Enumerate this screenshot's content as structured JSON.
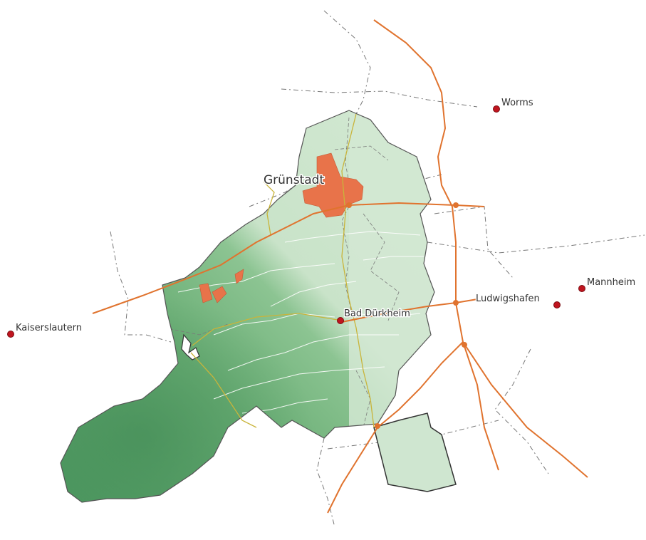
{
  "map": {
    "colors": {
      "background": "#ffffff",
      "terrain_dark": "#4f9a62",
      "terrain_mid": "#7fbc86",
      "terrain_light": "#c9e3c9",
      "plain": "#cfe6d0",
      "urban": "#e8734a",
      "motorway": "#e0732e",
      "railway": "#c9b43a",
      "border": "#555555",
      "district_line": "#8a8a8a",
      "river": "#ffffff",
      "city_dot": "#c0151f"
    },
    "cities": [
      {
        "id": "worms",
        "label": "Worms",
        "icon": "city-dot-icon"
      },
      {
        "id": "mannheim",
        "label": "Mannheim",
        "icon": "city-dot-icon"
      },
      {
        "id": "ludwigshafen",
        "label": "Ludwigshafen",
        "icon": "city-dot-icon"
      },
      {
        "id": "kaiserslautern",
        "label": "Kaiserslautern",
        "icon": "city-dot-icon"
      },
      {
        "id": "bad-duerkheim",
        "label": "Bad Dürkheim",
        "icon": "city-dot-icon"
      }
    ],
    "towns": [
      {
        "id": "gruenstadt",
        "label": "Grünstadt"
      }
    ]
  }
}
